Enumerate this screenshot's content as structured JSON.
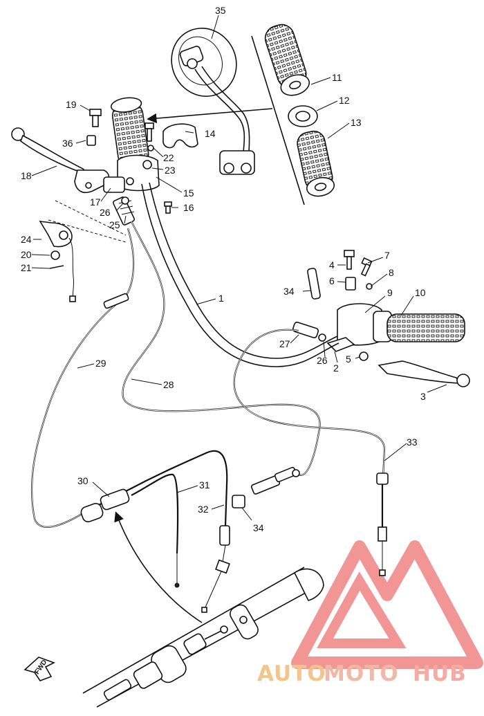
{
  "watermark": {
    "text_part1": "AUTO",
    "text_part2": "MOTO",
    "text_part3": "HUB",
    "color_auto": "#f3c58a",
    "color_moto": "#f2b7a5",
    "color_hub": "#f7a9a2",
    "logo_color": "#ee6b6b"
  },
  "direction_marker": {
    "text": "FWD"
  },
  "labels": {
    "p1": "1",
    "p2": "2",
    "p3": "3",
    "p4": "4",
    "p5": "5",
    "p6": "6",
    "p7": "7",
    "p8": "8",
    "p9": "9",
    "p10": "10",
    "p11": "11",
    "p12": "12",
    "p13": "13",
    "p14": "14",
    "p15": "15",
    "p16": "16",
    "p17": "17",
    "p18": "18",
    "p19": "19",
    "p20": "20",
    "p21": "21",
    "p22": "22",
    "p23": "23",
    "p24": "24",
    "p25": "25",
    "p26a": "26",
    "p26b": "26",
    "p27": "27",
    "p28": "28",
    "p29": "29",
    "p30": "30",
    "p31": "31",
    "p32": "32",
    "p33": "33",
    "p34a": "34",
    "p34b": "34",
    "p35": "35",
    "p36": "36"
  }
}
